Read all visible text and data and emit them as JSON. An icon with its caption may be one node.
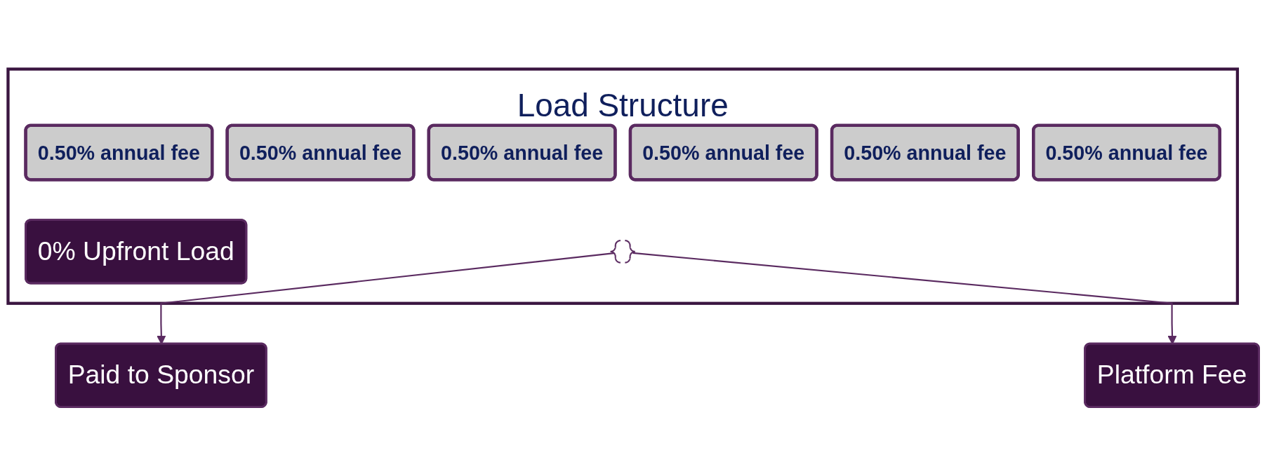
{
  "diagram": {
    "nodes": [
      {
        "text": [
          "Load Structure"
        ]
      },
      {
        "text": [
          "0% Upfront Load"
        ],
        "in": 0
      },
      {
        "text": [
          "0.50% annual fee"
        ],
        "in": 0
      },
      {
        "text": [
          "0.50% annual fee"
        ],
        "in": 0
      },
      {
        "text": [
          "0.50% annual fee"
        ],
        "in": 0
      },
      {
        "text": [
          "0.50% annual fee"
        ],
        "in": 0
      },
      {
        "text": [
          "0.50% annual fee"
        ],
        "in": 0
      },
      {
        "text": [
          "0.50% annual fee"
        ],
        "in": 0
      },
      {
        "text": [],
        "shape": "brace",
        "in": 0
      },
      {
        "text": [
          "Paid to Sponsor"
        ]
      },
      {
        "text": [
          "Platform Fee"
        ]
      }
    ],
    "edges": [
      {
        "from": 8,
        "to": 9,
        "arrow": "to"
      },
      {
        "from": 8,
        "to": 10,
        "arrow": "to"
      }
    ]
  }
}
